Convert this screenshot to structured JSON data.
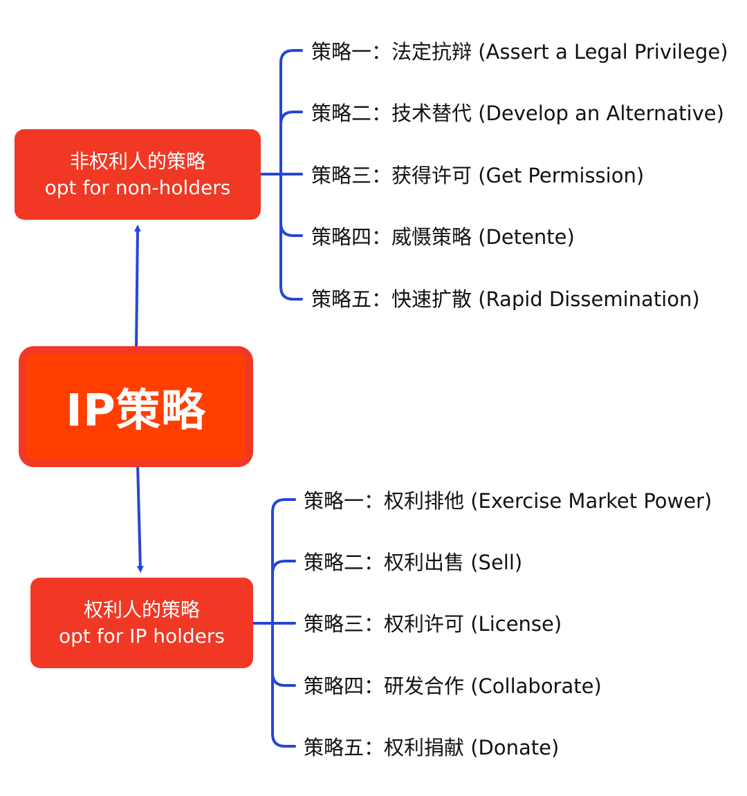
{
  "colors": {
    "node_fill": "#f03824",
    "root_outer": "#f03824",
    "root_inner": "#ff3e00",
    "connector": "#2646d6",
    "text_dark": "#111111"
  },
  "root": {
    "label": "IP策略"
  },
  "non_holders": {
    "label_cn": "非权利人的策略",
    "label_en": "opt for non-holders",
    "strategies": [
      "策略一：法定抗辩 (Assert a Legal Privilege)",
      "策略二：技术替代 (Develop an Alternative)",
      "策略三：获得许可 (Get Permission)",
      "策略四：威慑策略 (Detente)",
      "策略五：快速扩散 (Rapid Dissemination)"
    ]
  },
  "holders": {
    "label_cn": "权利人的策略",
    "label_en": "opt for IP holders",
    "strategies": [
      "策略一：权利排他 (Exercise Market Power)",
      "策略二：权利出售 (Sell)",
      "策略三：权利许可 (License)",
      "策略四：研发合作 (Collaborate)",
      "策略五：权利捐献 (Donate)"
    ]
  }
}
